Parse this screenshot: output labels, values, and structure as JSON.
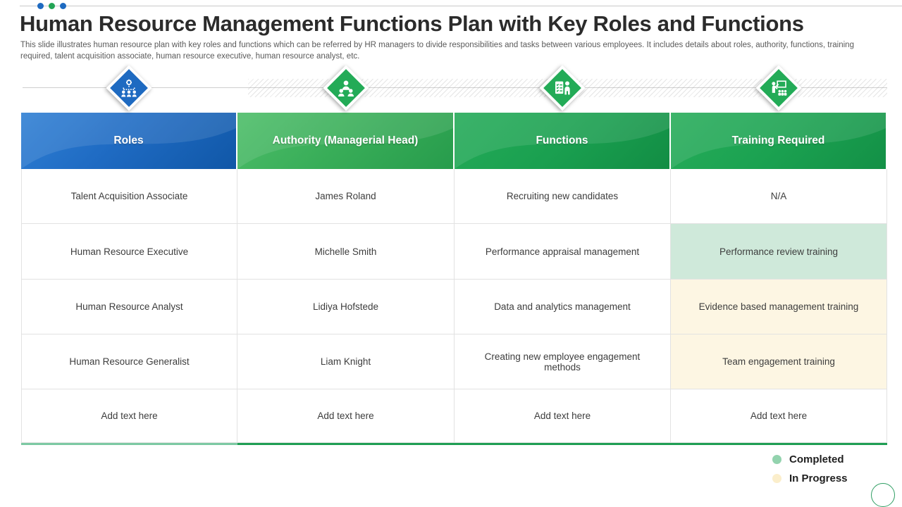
{
  "slide": {
    "title": "Human Resource Management Functions Plan with Key Roles and Functions",
    "subtitle": "This slide illustrates human resource plan with key roles and functions which can be referred by HR managers to divide responsibilities and tasks between various employees. It includes details about roles, authority, functions, training required, talent acquisition associate, human resource executive, human resource analyst, etc."
  },
  "table": {
    "columns": [
      "Roles",
      "Authority (Managerial Head)",
      "Functions",
      "Training Required"
    ],
    "rows": [
      [
        "Talent Acquisition Associate",
        "James Roland",
        "Recruiting new candidates",
        "N/A"
      ],
      [
        "Human Resource Executive",
        "Michelle Smith",
        "Performance appraisal management",
        "Performance review training"
      ],
      [
        "Human Resource Analyst",
        "Lidiya Hofstede",
        "Data and analytics management",
        "Evidence based management training"
      ],
      [
        "Human Resource Generalist",
        "Liam Knight",
        "Creating new employee engagement methods",
        "Team engagement training"
      ],
      [
        "Add text here",
        "Add text here",
        "Add text here",
        "Add text here"
      ]
    ],
    "training_status": [
      "none",
      "completed",
      "in-progress",
      "in-progress",
      "none"
    ]
  },
  "icons": [
    "org-structure-icon",
    "team-hierarchy-icon",
    "checklist-person-icon",
    "training-presentation-icon"
  ],
  "legend": {
    "completed": {
      "label": "Completed",
      "color": "#93d3ae"
    },
    "in_progress": {
      "label": "In Progress",
      "color": "#fbeecb"
    }
  },
  "colors": {
    "header_blue": "#1e6ac1",
    "header_green": "#1aa050",
    "diamond_blue": "#1e6ac1",
    "diamond_green": "#23ab57",
    "cell_completed_bg": "#cfe9da",
    "cell_inprogress_bg": "#fdf6e3",
    "accent_bar_left": "#7cc9a3",
    "accent_bar_right": "#1f9e53"
  }
}
